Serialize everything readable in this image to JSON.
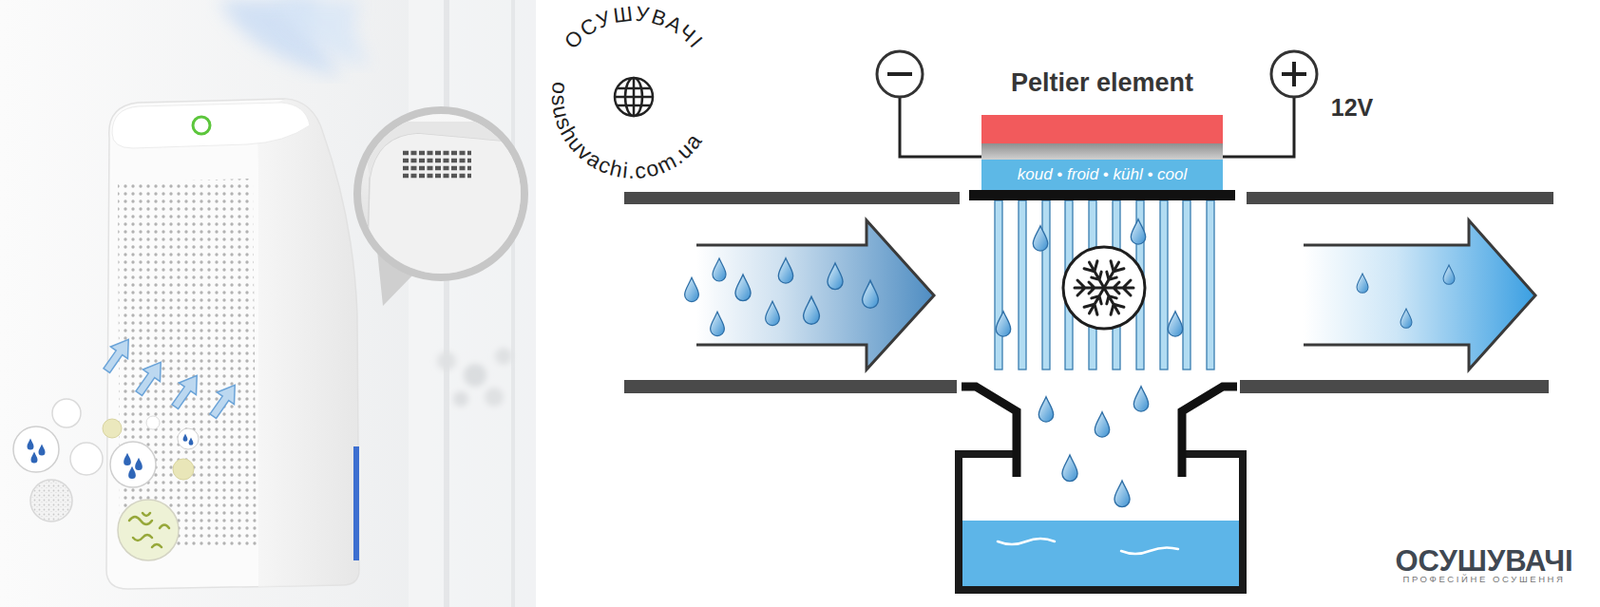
{
  "diagram": {
    "nodes": [
      {
        "text": [
          "Peltier element",
          "koud • froid • kühl • cool"
        ]
      }
    ],
    "labels": [
      "ОСУШУВАЧІ",
      "osushuvachi.com.ua",
      "12V",
      "ОСУШУВАЧІ",
      "ПРОФЕСІЙНЕ ОСУШЕННЯ"
    ]
  }
}
